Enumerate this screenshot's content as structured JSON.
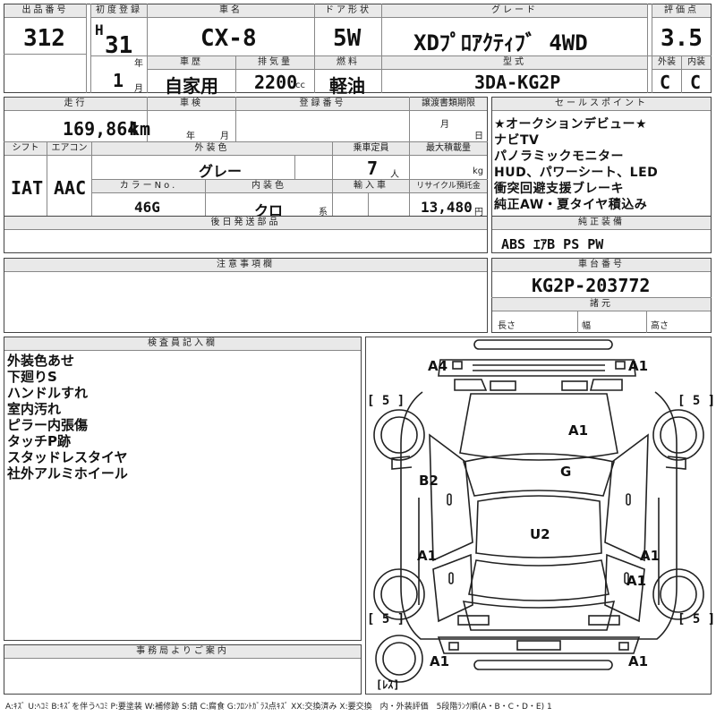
{
  "top": {
    "lot_no_label": "出品番号",
    "lot_no": "312",
    "first_reg_label": "初度登録",
    "era": "H",
    "year": "31",
    "year_unit": "年",
    "month": "1",
    "month_unit": "月",
    "name_label": "車名",
    "name": "CX-8",
    "door_label": "ドア形状",
    "door": "5W",
    "grade_label": "グレード",
    "grade": "XDﾌﾟﾛｱｸﾃｨﾌﾞ 4WD",
    "score_label": "評価点",
    "score": "3.5",
    "history_label": "車歴",
    "history": "自家用",
    "displacement_label": "排気量",
    "displacement": "2200",
    "displacement_unit": "cc",
    "fuel_label": "燃料",
    "fuel": "軽油",
    "model_label": "型式",
    "model": "3DA-KG2P",
    "exterior_label": "外装",
    "exterior": "C",
    "interior_label": "内装",
    "interior": "C"
  },
  "mid": {
    "mileage_label": "走行",
    "mileage": "169,864",
    "mileage_unit": "km",
    "inspection_label": "車検",
    "inspection_year_unit": "年",
    "inspection_month_unit": "月",
    "registration_label": "登録番号",
    "transfer_label": "譲渡書類期限",
    "transfer_month_unit": "月",
    "transfer_day_unit": "日",
    "shift_label": "シフト",
    "shift": "IAT",
    "ac_label": "エアコン",
    "ac": "AAC",
    "color_label": "外装色",
    "color": "グレー",
    "capacity_label": "乗車定員",
    "capacity": "7",
    "capacity_unit": "人",
    "max_load_label": "最大積載量",
    "max_load_unit": "kg",
    "color_no_label": "カラーNo.",
    "color_no": "46G",
    "interior_color_label": "内装色",
    "interior_color": "クロ",
    "interior_color_unit": "系",
    "import_label": "輸入車",
    "recycle_label": "リサイクル預託金",
    "recycle": "13,480",
    "recycle_unit": "円",
    "later_parts_label": "後日発送部品"
  },
  "sales_points": {
    "label": "セールスポイント",
    "lines": [
      "★オークションデビュー★",
      "ナビTV",
      "パノラミックモニター",
      "HUD、パワーシート、LED",
      "衝突回避支援ブレーキ",
      "純正AW・夏タイヤ積込み"
    ]
  },
  "equipment": {
    "label": "純正装備",
    "value": "ABS ｴｱB PS PW"
  },
  "caution": {
    "label": "注意事項欄"
  },
  "chassis": {
    "label": "車台番号",
    "value": "KG2P-203772",
    "specs_label": "諸元",
    "length_label": "長さ",
    "width_label": "幅",
    "height_label": "高さ"
  },
  "inspector": {
    "label": "検査員記入欄",
    "lines": [
      "外装色あせ",
      "下廻りS",
      "ハンドルすれ",
      "室内汚れ",
      "ピラー内張傷",
      "タッチP跡",
      "スタッドレスタイヤ",
      "社外アルミホイール"
    ]
  },
  "office": {
    "label": "事務局よりご案内"
  },
  "diagram": {
    "marks": {
      "front_left": "A4",
      "front_right": "A1",
      "hood": "A1",
      "windshield": "G",
      "left_front_door": "B2",
      "roof": "U2",
      "left_rear_door": "A1",
      "right_rear_door": "A1",
      "right_rear_fender": "A1",
      "rear_left": "A1",
      "rear_right": "A1"
    },
    "tire_fl": "[ 5 ]",
    "tire_fr": "[ 5 ]",
    "tire_rl": "[ 5 ]",
    "tire_rr": "[ 5 ]",
    "spare": "[ﾚｽ]"
  },
  "legend": "A:ｷｽﾞ U:ﾍｺﾐ B:ｷｽﾞを伴うﾍｺﾐ P:要塗装 W:補修跡 S:錆 C:腐食 G:ﾌﾛﾝﾄｶﾞﾗｽ点ｷｽﾞ XX:交換済み X:要交換　内・外装評価　5段階ﾗﾝｸ順(A・B・C・D・E) 1"
}
